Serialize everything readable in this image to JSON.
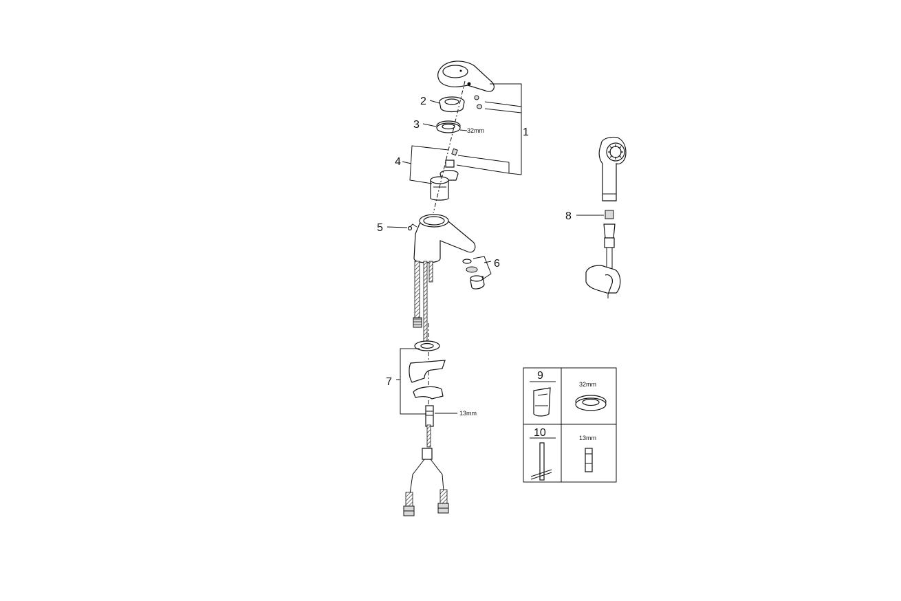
{
  "callouts": {
    "c1": "1",
    "c2": "2",
    "c3": "3",
    "c4": "4",
    "c5": "5",
    "c6": "6",
    "c7": "7",
    "c8": "8",
    "c9": "9",
    "c10": "10"
  },
  "dimensions": {
    "ring_main": "32mm",
    "nut_main": "13mm",
    "ring_box": "32mm",
    "nut_box": "13mm"
  },
  "icons": {
    "lever_handle": "lever-handle-icon",
    "shower_head": "hand-shower-icon",
    "wall_holder": "wall-holder-icon",
    "cartridge": "cartridge-icon",
    "spout_body": "basin-mixer-icon"
  }
}
